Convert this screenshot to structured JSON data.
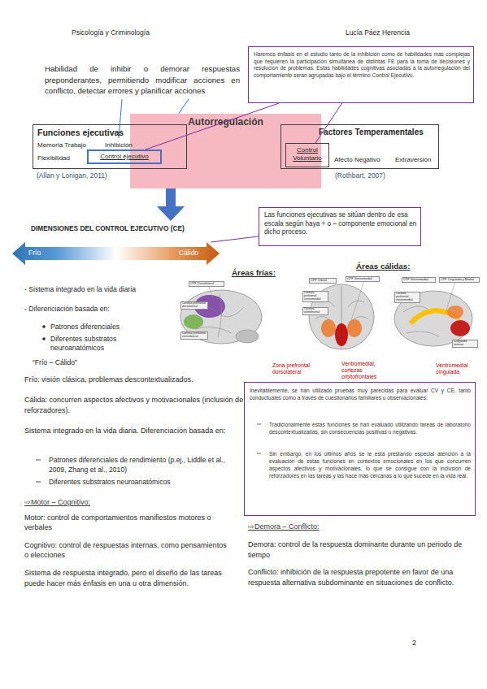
{
  "diagram": {
    "nodes": [
      {
        "text": [
          "Haremos énfasis en el estudio tanto de la inhibición como de habilidades más complejas que requieren la participación simultánea de distintas FE para la toma de decisiones y resolución de problemas. Estas habilidades cognitivas asociadas a la autorregulación del comportamiento serán agrupadas bajo el término Control Ejecutivo."
        ]
      },
      {
        "text": [
          "Autorregulación"
        ]
      },
      {
        "text": [
          "Funciones ejecutivas",
          "Memoria Trabajo",
          "Inhibición",
          "Flexibilidad"
        ]
      },
      {
        "text": [
          "Control ejecutivo"
        ],
        "in": 2
      },
      {
        "text": [
          "Factores Temperamentales",
          "Afecto Negativo",
          "Extraversión"
        ]
      },
      {
        "text": [
          "Control Voluntario"
        ],
        "in": 4
      },
      {
        "text": [
          "Frío",
          "Cálido"
        ]
      },
      {
        "text": [
          "Las funciones ejecutivas se sitúan dentro de esa escala según haya + o – componente emocional en dicho proceso."
        ]
      },
      {
        "text": [
          "Inevitablemente, se han utilizado pruebas muy parecidas para evaluar CV y CE, tanto conductuales como a través de cuestionarios familiares u observacionales.",
          "Tradicionalmente estas funciones se han evaluado utilizando tareas de laboratorio descontextualizadas, sin consecuencias positivas o negativas.",
          "Sin embargo, en los últimos años se le está prestando especial atención a la evaluación de estas funciones en contextos emocionales en los que concurren aspectos afectivos y motivacionales, lo que se consigue con la inclusión de reforzadores en las tareas y las hace más cercanas a lo que sucede en la vida real."
        ]
      }
    ],
    "edges": [
      {
        "from": 0,
        "to": 3,
        "arrow": "none"
      },
      {
        "from": 0,
        "to": 5,
        "arrow": "none"
      },
      {
        "from": 6,
        "to": 7,
        "arrow": "none"
      }
    ],
    "labels": [
      "Psicología y Criminología",
      "Lucía Páez Herencia",
      "Habilidad de inhibir o demorar respuestas preponderantes, permitiendo modificar acciones en conflicto, detectar errores y planificar acciones",
      "(Allan y Lonigan, 2011)",
      "(Rothbart, 2007)",
      "DIMENSIONES DEL CONTROL EJECUTIVO (CE)",
      "Áreas frías:",
      "Áreas cálidas:",
      "CPF Dorsolateral",
      "Corteza prefrontal dorsolateral",
      "Corteza prefrontal ventrolateral",
      "CPF Orbital",
      "CPF Ventromedial",
      "Corteza prefrontal ventromedial",
      "Corteza orbitofrontal",
      "CPF Ventromedial",
      "CPF Cingulado y Medial",
      "Corteza prefrontal ventromedial",
      "Cingulado anterior",
      "Zona prefrontal dorsolateral",
      "Ventromedial, cortezas orbitofrontales",
      "Ventromedial cingulada",
      "- Sistema integrado en la vida diaria",
      "- Diferenciación basada en:",
      "Patrones diferenciales",
      "Diferentes substratos neuroanatómicos",
      "“Frío – Cálido”",
      "Frío: visión clásica, problemas descontextualizados.",
      "Cálida: concurren aspectos afectivos y motivacionales (inclusión de reforzadores).",
      "Sistema integrado en la vida diaria. Diferenciación basada en:",
      "Patrones diferenciales de rendimiento (p.ej., Liddle et al., 2009, Zhang et al., 2010)",
      "Diferentes substratos neuroanatómicos",
      "⇨Motor – Cognitivo:",
      "Motor: control de comportamientos manifiestos motores o verbales",
      "Cognitivo: control de respuestas internas, como pensamientos o elecciones",
      "Sistema de respuesta integrado, pero el diseño de las tareas puede hacer más énfasis en una u otra dimensión.",
      "⇨Demora – Conflicto:",
      "Demora: control de la respuesta dominante durante un periodo de tiempo",
      "Conflicto: inhibición de la respuesta prepotente en favor de una respuesta alternativa subdominante en situaciones de conflicto.",
      "2"
    ]
  }
}
